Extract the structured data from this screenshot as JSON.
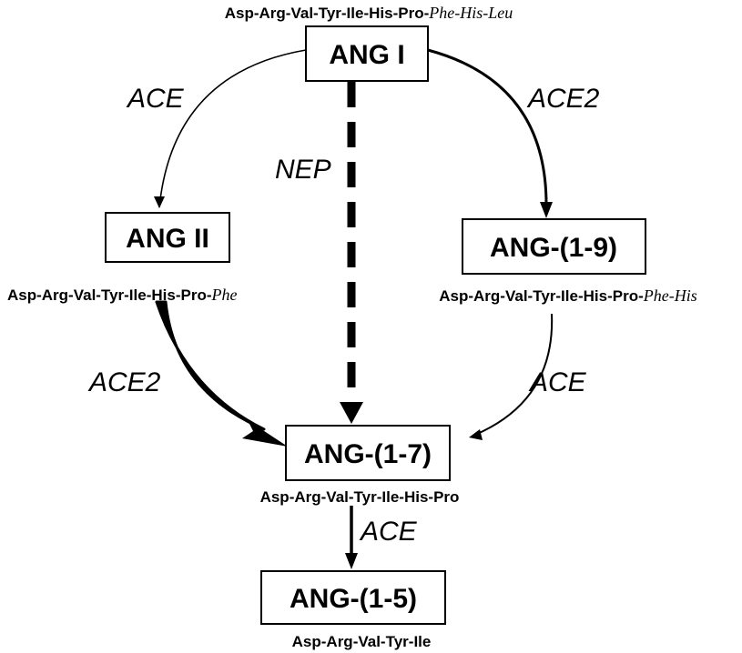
{
  "nodes": {
    "ang1": {
      "label": "ANG I",
      "seq_main": "Asp-Arg-Val-Tyr-Ile-His-Pro-",
      "seq_italic": "Phe-His-Leu"
    },
    "ang2": {
      "label": "ANG II",
      "seq_main": "Asp-Arg-Val-Tyr-Ile-His-Pro-",
      "seq_italic": "Phe"
    },
    "ang19": {
      "label": "ANG-(1-9)",
      "seq_main": "Asp-Arg-Val-Tyr-Ile-His-Pro-",
      "seq_italic": "Phe-His"
    },
    "ang17": {
      "label": "ANG-(1-7)",
      "seq_main": "Asp-Arg-Val-Tyr-Ile-His-Pro",
      "seq_italic": ""
    },
    "ang15": {
      "label": "ANG-(1-5)",
      "seq_main": "Asp-Arg-Val-Tyr-Ile",
      "seq_italic": ""
    }
  },
  "enzymes": {
    "ang1_to_ang2": "ACE",
    "ang1_to_ang19": "ACE2",
    "ang1_to_ang17": "NEP",
    "ang2_to_ang17": "ACE2",
    "ang19_to_ang17": "ACE",
    "ang17_to_ang15": "ACE"
  }
}
